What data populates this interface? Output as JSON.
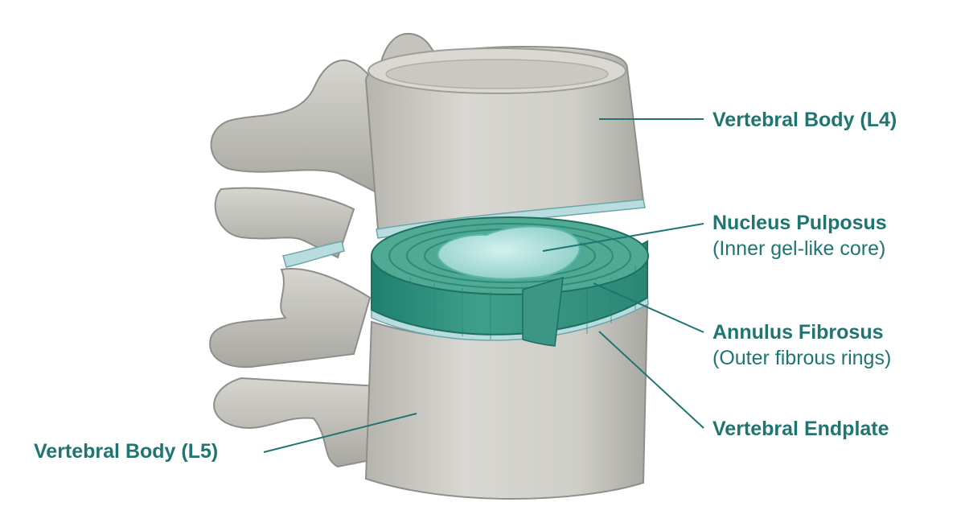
{
  "colors": {
    "label_text": "#1f7571",
    "leader_line": "#1f7571",
    "bone": "#c9c8c3",
    "bone_shadow": "#8f8e89",
    "disc_annulus": "#3f9e8a",
    "disc_nucleus": "#a6dcd6",
    "endplate": "#b9dcdf"
  },
  "labels": {
    "l4": {
      "main": "Vertebral Body (L4)"
    },
    "nucleus": {
      "main": "Nucleus Pulposus",
      "sub": "(Inner gel-like core)"
    },
    "annulus": {
      "main": "Annulus Fibrosus",
      "sub": "(Outer fibrous rings)"
    },
    "endplate": {
      "main": "Vertebral Endplate"
    },
    "l5": {
      "main": "Vertebral Body (L5)"
    }
  }
}
